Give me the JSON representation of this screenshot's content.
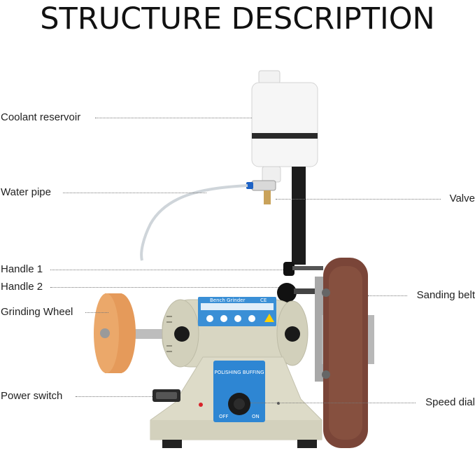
{
  "heading": "STRUCTURE DESCRIPTION",
  "callouts": {
    "coolant_reservoir": "Coolant reservoir",
    "water_pipe": "Water pipe",
    "valve": "Valve",
    "handle_1": "Handle 1",
    "handle_2": "Handle 2",
    "sanding_belt": "Sanding belt",
    "grinding_wheel": "Grinding Wheel",
    "power_switch": "Power switch",
    "speed_dial": "Speed dial"
  },
  "product_labels": {
    "nameplate": "Bench Grinder",
    "ce_mark": "CE",
    "dial_arc": "POLISHING BUFFING",
    "dial_off": "OFF",
    "dial_on": "ON"
  },
  "colors": {
    "body": "#d8d6c2",
    "nameplate": "#3a8fd6",
    "dial_plate": "#2e86d3",
    "sanding_belt": "#7a4538",
    "grinding_wheel": "#e59a5a"
  }
}
